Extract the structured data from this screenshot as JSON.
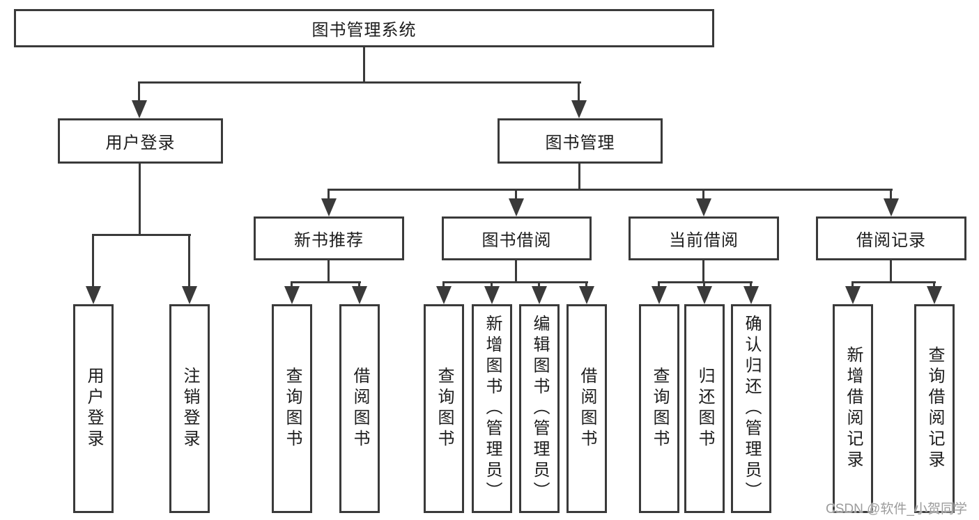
{
  "colors": {
    "line": "#3a3a3a",
    "text": "#1c1c1c",
    "watermark": "#9c9c9c",
    "background": "#ffffff"
  },
  "watermark": {
    "text": "CSDN @软件_小贺同学"
  },
  "tree": {
    "root": {
      "label": "图书管理系统"
    },
    "branches": [
      {
        "label": "用户登录",
        "children": [
          {
            "label": "用户登录"
          },
          {
            "label": "注销登录"
          }
        ]
      },
      {
        "label": "图书管理",
        "children": [
          {
            "label": "新书推荐",
            "children": [
              {
                "label": "查询图书"
              },
              {
                "label": "借阅图书"
              }
            ]
          },
          {
            "label": "图书借阅",
            "children": [
              {
                "label": "查询图书"
              },
              {
                "label": "新增图书（管理员）"
              },
              {
                "label": "编辑图书（管理员）"
              },
              {
                "label": "借阅图书"
              }
            ]
          },
          {
            "label": "当前借阅",
            "children": [
              {
                "label": "查询图书"
              },
              {
                "label": "归还图书"
              },
              {
                "label": "确认归还（管理员）"
              }
            ]
          },
          {
            "label": "借阅记录",
            "children": [
              {
                "label": "新增借阅记录"
              },
              {
                "label": "查询借阅记录"
              }
            ]
          }
        ]
      }
    ]
  }
}
